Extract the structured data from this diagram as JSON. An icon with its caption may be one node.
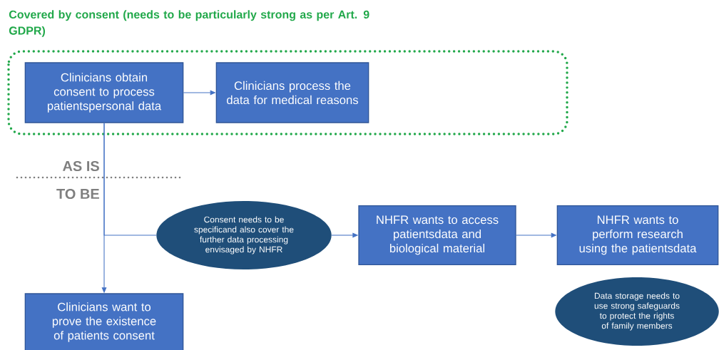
{
  "diagram": {
    "nodes": [
      {
        "text": [
          "Covered by consent (needs to be particularly strong as per Art. 9 GDPR)"
        ]
      },
      {
        "text": [
          "Clinicians obtain consent to process patientspersonal data"
        ],
        "in": 0
      },
      {
        "text": [
          "Clinicians process the data for medical reasons"
        ],
        "in": 0
      },
      {
        "text": [
          "Consent needs to be specificand also cover the further data processing envisaged by NHFR"
        ]
      },
      {
        "text": [
          "NHFR wants to access patientsdata and biological material"
        ]
      },
      {
        "text": [
          "NHFR wants to perform research using the patientsdata"
        ]
      },
      {
        "text": [
          "Data storage needs to use strong safeguards to protect the rights of family members"
        ]
      },
      {
        "text": [
          "Clinicians want to prove the existence of patients consent"
        ]
      }
    ],
    "edges": [
      {
        "from": 1,
        "to": 2,
        "arrow": "to"
      },
      {
        "from": 1,
        "to": 7,
        "arrow": "to"
      },
      {
        "from": 1,
        "to": 3,
        "arrow": "none"
      },
      {
        "from": 3,
        "to": 4,
        "arrow": "to"
      },
      {
        "from": 4,
        "to": 5,
        "arrow": "to"
      }
    ],
    "labels": [
      "AS IS",
      "TO BE"
    ]
  }
}
